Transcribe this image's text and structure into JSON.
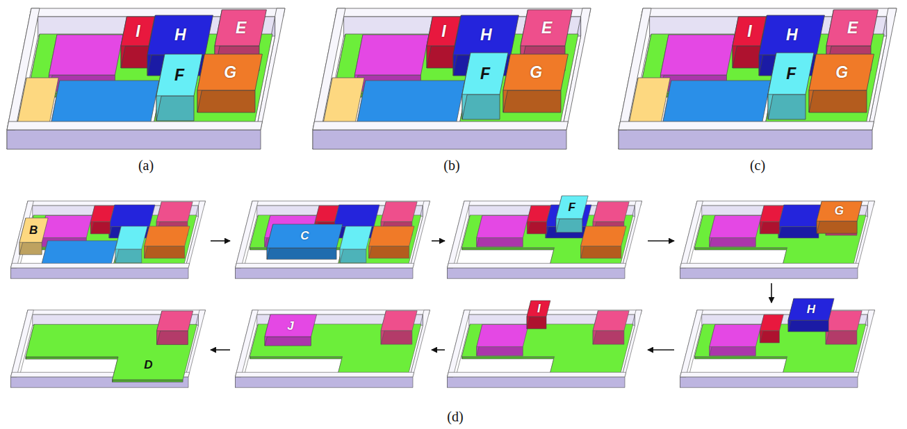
{
  "diagram": {
    "nodes": [
      {
        "text": [
          "I"
        ]
      },
      {
        "text": [
          "H"
        ]
      },
      {
        "text": [
          "E"
        ]
      },
      {
        "text": [
          "F"
        ]
      },
      {
        "text": [
          "G"
        ]
      },
      {
        "text": [
          "I"
        ]
      },
      {
        "text": [
          "H"
        ]
      },
      {
        "text": [
          "E"
        ]
      },
      {
        "text": [
          "F"
        ]
      },
      {
        "text": [
          "G"
        ]
      },
      {
        "text": [
          "I"
        ]
      },
      {
        "text": [
          "H"
        ]
      },
      {
        "text": [
          "E"
        ]
      },
      {
        "text": [
          "F"
        ]
      },
      {
        "text": [
          "G"
        ]
      },
      {
        "text": [
          "B"
        ]
      },
      {
        "text": [
          "C"
        ]
      },
      {
        "text": [
          "F"
        ]
      },
      {
        "text": [
          "G"
        ]
      },
      {
        "text": [
          "H"
        ]
      },
      {
        "text": [
          "I"
        ]
      },
      {
        "text": [
          "J"
        ]
      },
      {
        "text": [
          "D"
        ]
      }
    ],
    "labels": [
      "(a)",
      "(b)",
      "(c)",
      "(d)"
    ]
  }
}
